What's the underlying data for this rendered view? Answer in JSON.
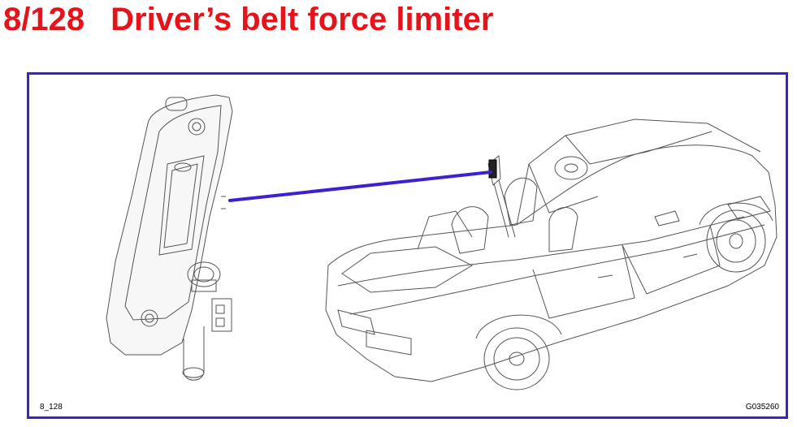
{
  "page": {
    "number": "8/128",
    "title": "Driver’s belt force limiter",
    "title_color": "#e5141b",
    "frame_color": "#3f1fd0",
    "pointer_color": "#3f1fd0"
  },
  "figure": {
    "code_left": "8_128",
    "code_right": "G035260"
  },
  "chart_data": {}
}
